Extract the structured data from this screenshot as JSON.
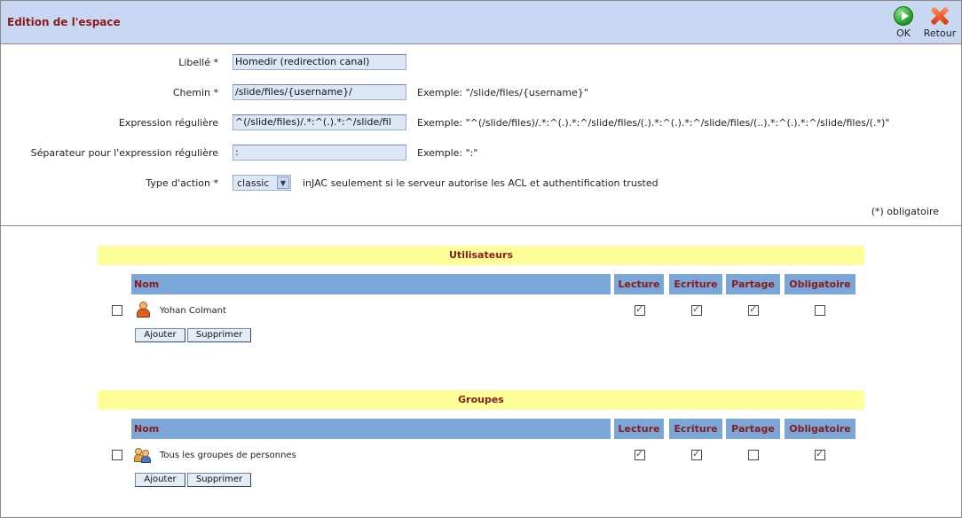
{
  "header": {
    "title": "Edition de l'espace",
    "ok_label": "OK",
    "back_label": "Retour"
  },
  "form": {
    "label_field": {
      "label": "Libellé  *",
      "value": "Homedir (redirection canal)"
    },
    "path_field": {
      "label": "Chemin  *",
      "value": "/slide/files/{username}/",
      "example": "Exemple: \"/slide/files/{username}\""
    },
    "regex_field": {
      "label": "Expression régulière",
      "value": "^(/slide/files)/.*:^(.).*:^/slide/fil",
      "example": "Exemple: \"^(/slide/files)/.*:^(.).*:^/slide/files/(.).*:^(.).*:^/slide/files/(..).*:^(.).*:^/slide/files/(.*)\""
    },
    "separator_field": {
      "label": "Séparateur pour l'expression régulière",
      "value": ":",
      "example": "Exemple: \":\""
    },
    "action_type": {
      "label": "Type d'action  *",
      "selected": "classic",
      "note": "inJAC seulement si le serveur autorise les ACL et authentification trusted"
    },
    "mandatory_note": "(*) obligatoire"
  },
  "users": {
    "title": "Utilisateurs",
    "columns": {
      "name": "Nom",
      "read": "Lecture",
      "write": "Ecriture",
      "share": "Partage",
      "mandatory": "Obligatoire"
    },
    "rows": [
      {
        "name": "Yohan Colmant",
        "selected": false,
        "read": true,
        "write": true,
        "share": true,
        "mandatory": false
      }
    ],
    "add_label": "Ajouter",
    "remove_label": "Supprimer"
  },
  "groups": {
    "title": "Groupes",
    "columns": {
      "name": "Nom",
      "read": "Lecture",
      "write": "Ecriture",
      "share": "Partage",
      "mandatory": "Obligatoire"
    },
    "rows": [
      {
        "name": "Tous les groupes de personnes",
        "selected": false,
        "read": true,
        "write": true,
        "share": false,
        "mandatory": true
      }
    ],
    "add_label": "Ajouter",
    "remove_label": "Supprimer"
  },
  "colors": {
    "header_bg": "#c8d8f2",
    "title_color": "#8b1a1a",
    "section_bg": "#ffff99",
    "table_header_bg": "#7ba7d8"
  }
}
